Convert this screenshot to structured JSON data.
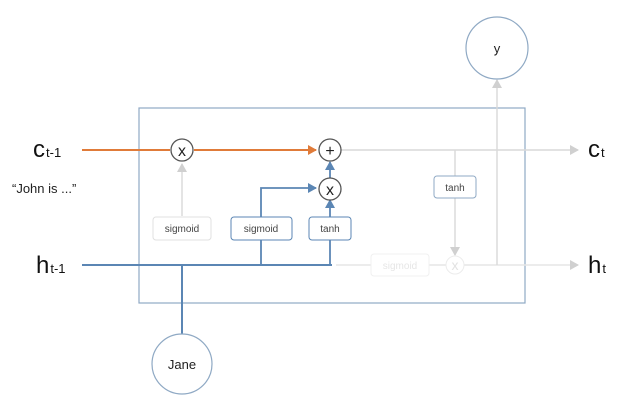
{
  "labels": {
    "c_prev_main": "c",
    "c_prev_sub": "t-1",
    "c_next_main": "c",
    "c_next_sub": "t",
    "h_prev_main": "h",
    "h_prev_sub": "t-1",
    "h_next_main": "h",
    "h_next_sub": "t",
    "context_text": "“John is ...”"
  },
  "nodes": {
    "output": "y",
    "input": "Jane"
  },
  "gates": {
    "forget": "sigmoid",
    "input": "sigmoid",
    "candidate": "tanh",
    "cell_tanh": "tanh",
    "output": "sigmoid"
  },
  "ops": {
    "forget_multiply": "x",
    "add": "+",
    "input_multiply": "x",
    "output_multiply": "x"
  },
  "colors": {
    "cell_state": "#e07b39",
    "active_path": "#5b86b4",
    "inactive_path": "#d9d9d9",
    "cell_border": "#8fa9c4"
  }
}
